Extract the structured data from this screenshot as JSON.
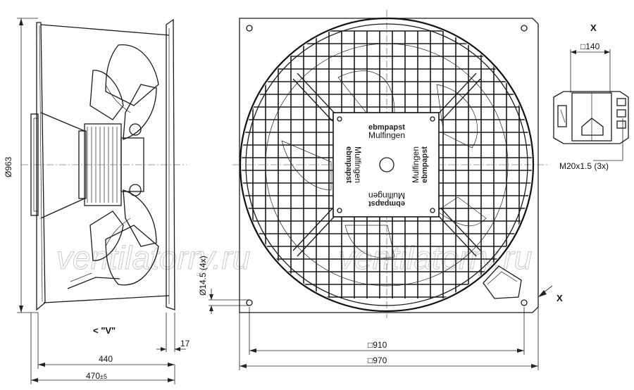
{
  "dimensions": {
    "diameter": "Ø963",
    "depth_440": "440",
    "depth_470": "470",
    "depth_470_tol": "±5",
    "flange_17": "17",
    "hole": "Ø14.5 (4x)",
    "square_910": "□910",
    "square_970": "□970",
    "square_140": "□140",
    "cable_gland": "M20x1.5 (3x)"
  },
  "labels": {
    "airflow_view": "< \"V\"",
    "section_x_top": "X",
    "section_x_arrow": "X"
  },
  "logo": {
    "brand": "ebmpapst",
    "sub": "Mulfingen"
  },
  "watermark": "ventilatorry.ru"
}
